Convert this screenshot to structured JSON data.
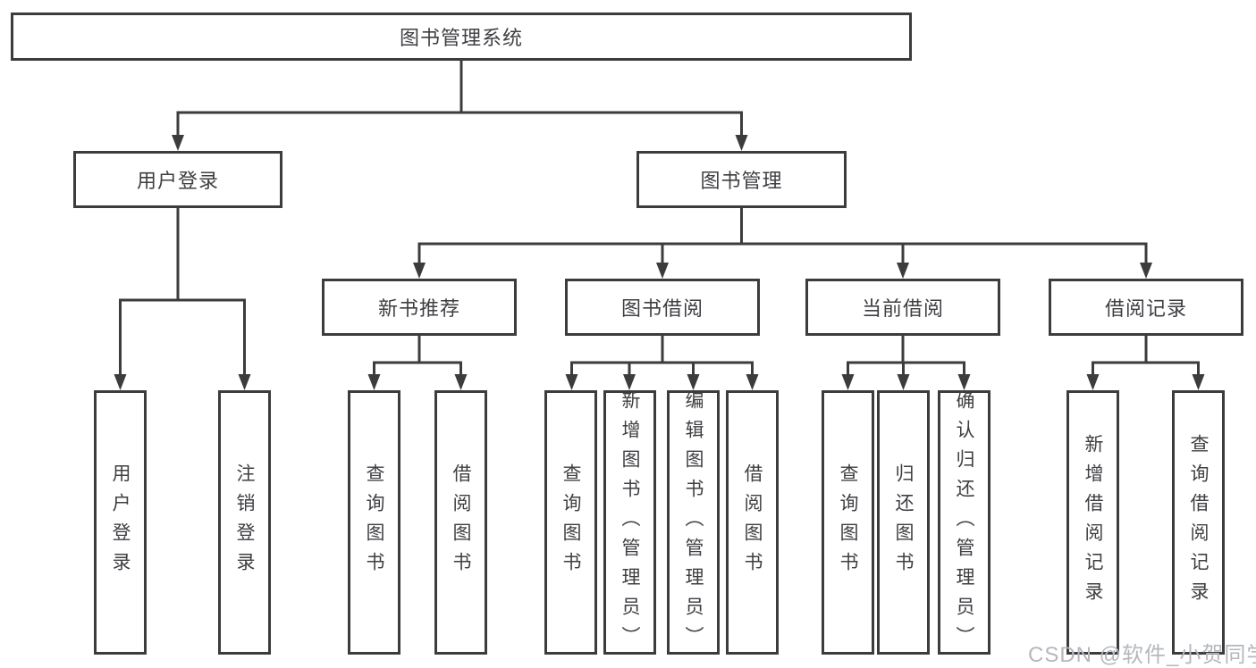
{
  "tree": {
    "label": "图书管理系统",
    "children": [
      {
        "label": "用户登录",
        "children": [
          {
            "label": "用户登录"
          },
          {
            "label": "注销登录"
          }
        ]
      },
      {
        "label": "图书管理",
        "children": [
          {
            "label": "新书推荐",
            "children": [
              {
                "label": "查询图书"
              },
              {
                "label": "借阅图书"
              }
            ]
          },
          {
            "label": "图书借阅",
            "children": [
              {
                "label": "查询图书"
              },
              {
                "label": "新增图书（管理员）"
              },
              {
                "label": "编辑图书（管理员）"
              },
              {
                "label": "借阅图书"
              }
            ]
          },
          {
            "label": "当前借阅",
            "children": [
              {
                "label": "查询图书"
              },
              {
                "label": "归还图书"
              },
              {
                "label": "确认归还（管理员）"
              }
            ]
          },
          {
            "label": "借阅记录",
            "children": [
              {
                "label": "新增借阅记录"
              },
              {
                "label": "查询借阅记录"
              }
            ]
          }
        ]
      }
    ]
  },
  "watermark": "CSDN @软件_小贺同学",
  "colors": {
    "line": "#3c3c3c",
    "text": "#3f3f43",
    "watermark": "#b4b8bd",
    "background": "#ffffff"
  }
}
